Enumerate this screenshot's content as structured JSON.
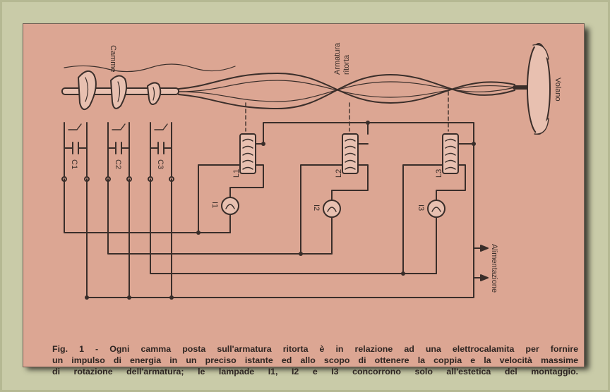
{
  "labels": {
    "camme": "Camme",
    "armatura_1": "Armatura",
    "armatura_2": "ritorta",
    "volano": "Volano",
    "alimentazione": "Alimentazione",
    "c1": "C1",
    "c2": "C2",
    "c3": "C3",
    "l1": "L1",
    "l2": "L2",
    "l3": "L3",
    "i1": "I1",
    "i2": "I2",
    "i3": "I3"
  },
  "caption": {
    "line1": "Fig. 1 - Ogni camma posta sull'armatura ritorta è in relazione ad una elettrocalamita per fornire",
    "line2": "un impulso di energia in un preciso istante ed allo scopo di ottenere la coppia e la velocità massime",
    "line3": "di rotazione dell'armatura; le lampade I1, I2 e I3 concorrono solo all'estetica del montaggio."
  },
  "colors": {
    "paper": "#dca693",
    "ink": "#3a2e2a",
    "background": "#c9cba8"
  }
}
